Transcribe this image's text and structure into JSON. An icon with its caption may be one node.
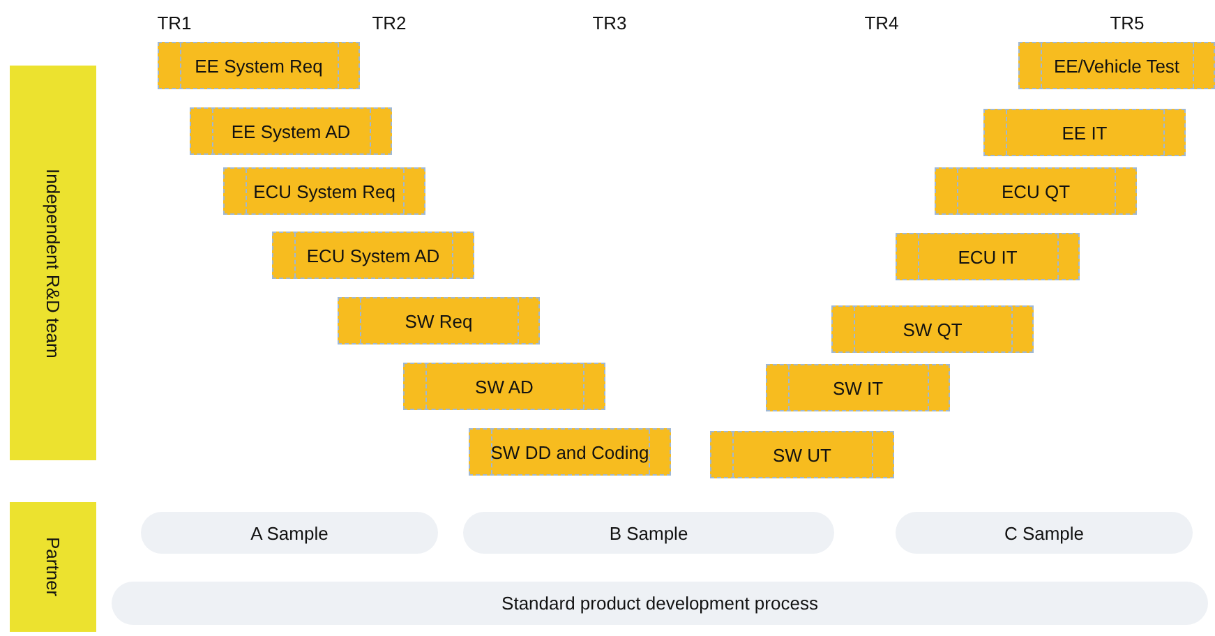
{
  "diagram": {
    "nodes": [
      {
        "text": [
          "Independent R&D team"
        ]
      },
      {
        "text": [
          "EE System Req"
        ]
      },
      {
        "text": [
          "EE/Vehicle Test"
        ]
      },
      {
        "text": [
          "EE System AD"
        ]
      },
      {
        "text": [
          "EE IT"
        ]
      },
      {
        "text": [
          "ECU System Req"
        ]
      },
      {
        "text": [
          "ECU QT"
        ]
      },
      {
        "text": [
          "ECU System AD"
        ]
      },
      {
        "text": [
          "ECU IT"
        ]
      },
      {
        "text": [
          "SW Req"
        ]
      },
      {
        "text": [
          "SW QT"
        ]
      },
      {
        "text": [
          "SW AD"
        ]
      },
      {
        "text": [
          "SW IT"
        ]
      },
      {
        "text": [
          "SW DD and Coding"
        ]
      },
      {
        "text": [
          "SW UT"
        ]
      },
      {
        "text": [
          "Partner"
        ]
      },
      {
        "text": [
          "A Sample"
        ]
      },
      {
        "text": [
          "B Sample"
        ]
      },
      {
        "text": [
          "C Sample"
        ]
      },
      {
        "text": [
          "Standard product development process"
        ]
      }
    ],
    "edges": [],
    "labels": [
      "TR1",
      "TR2",
      "TR3",
      "TR4",
      "TR5"
    ]
  }
}
